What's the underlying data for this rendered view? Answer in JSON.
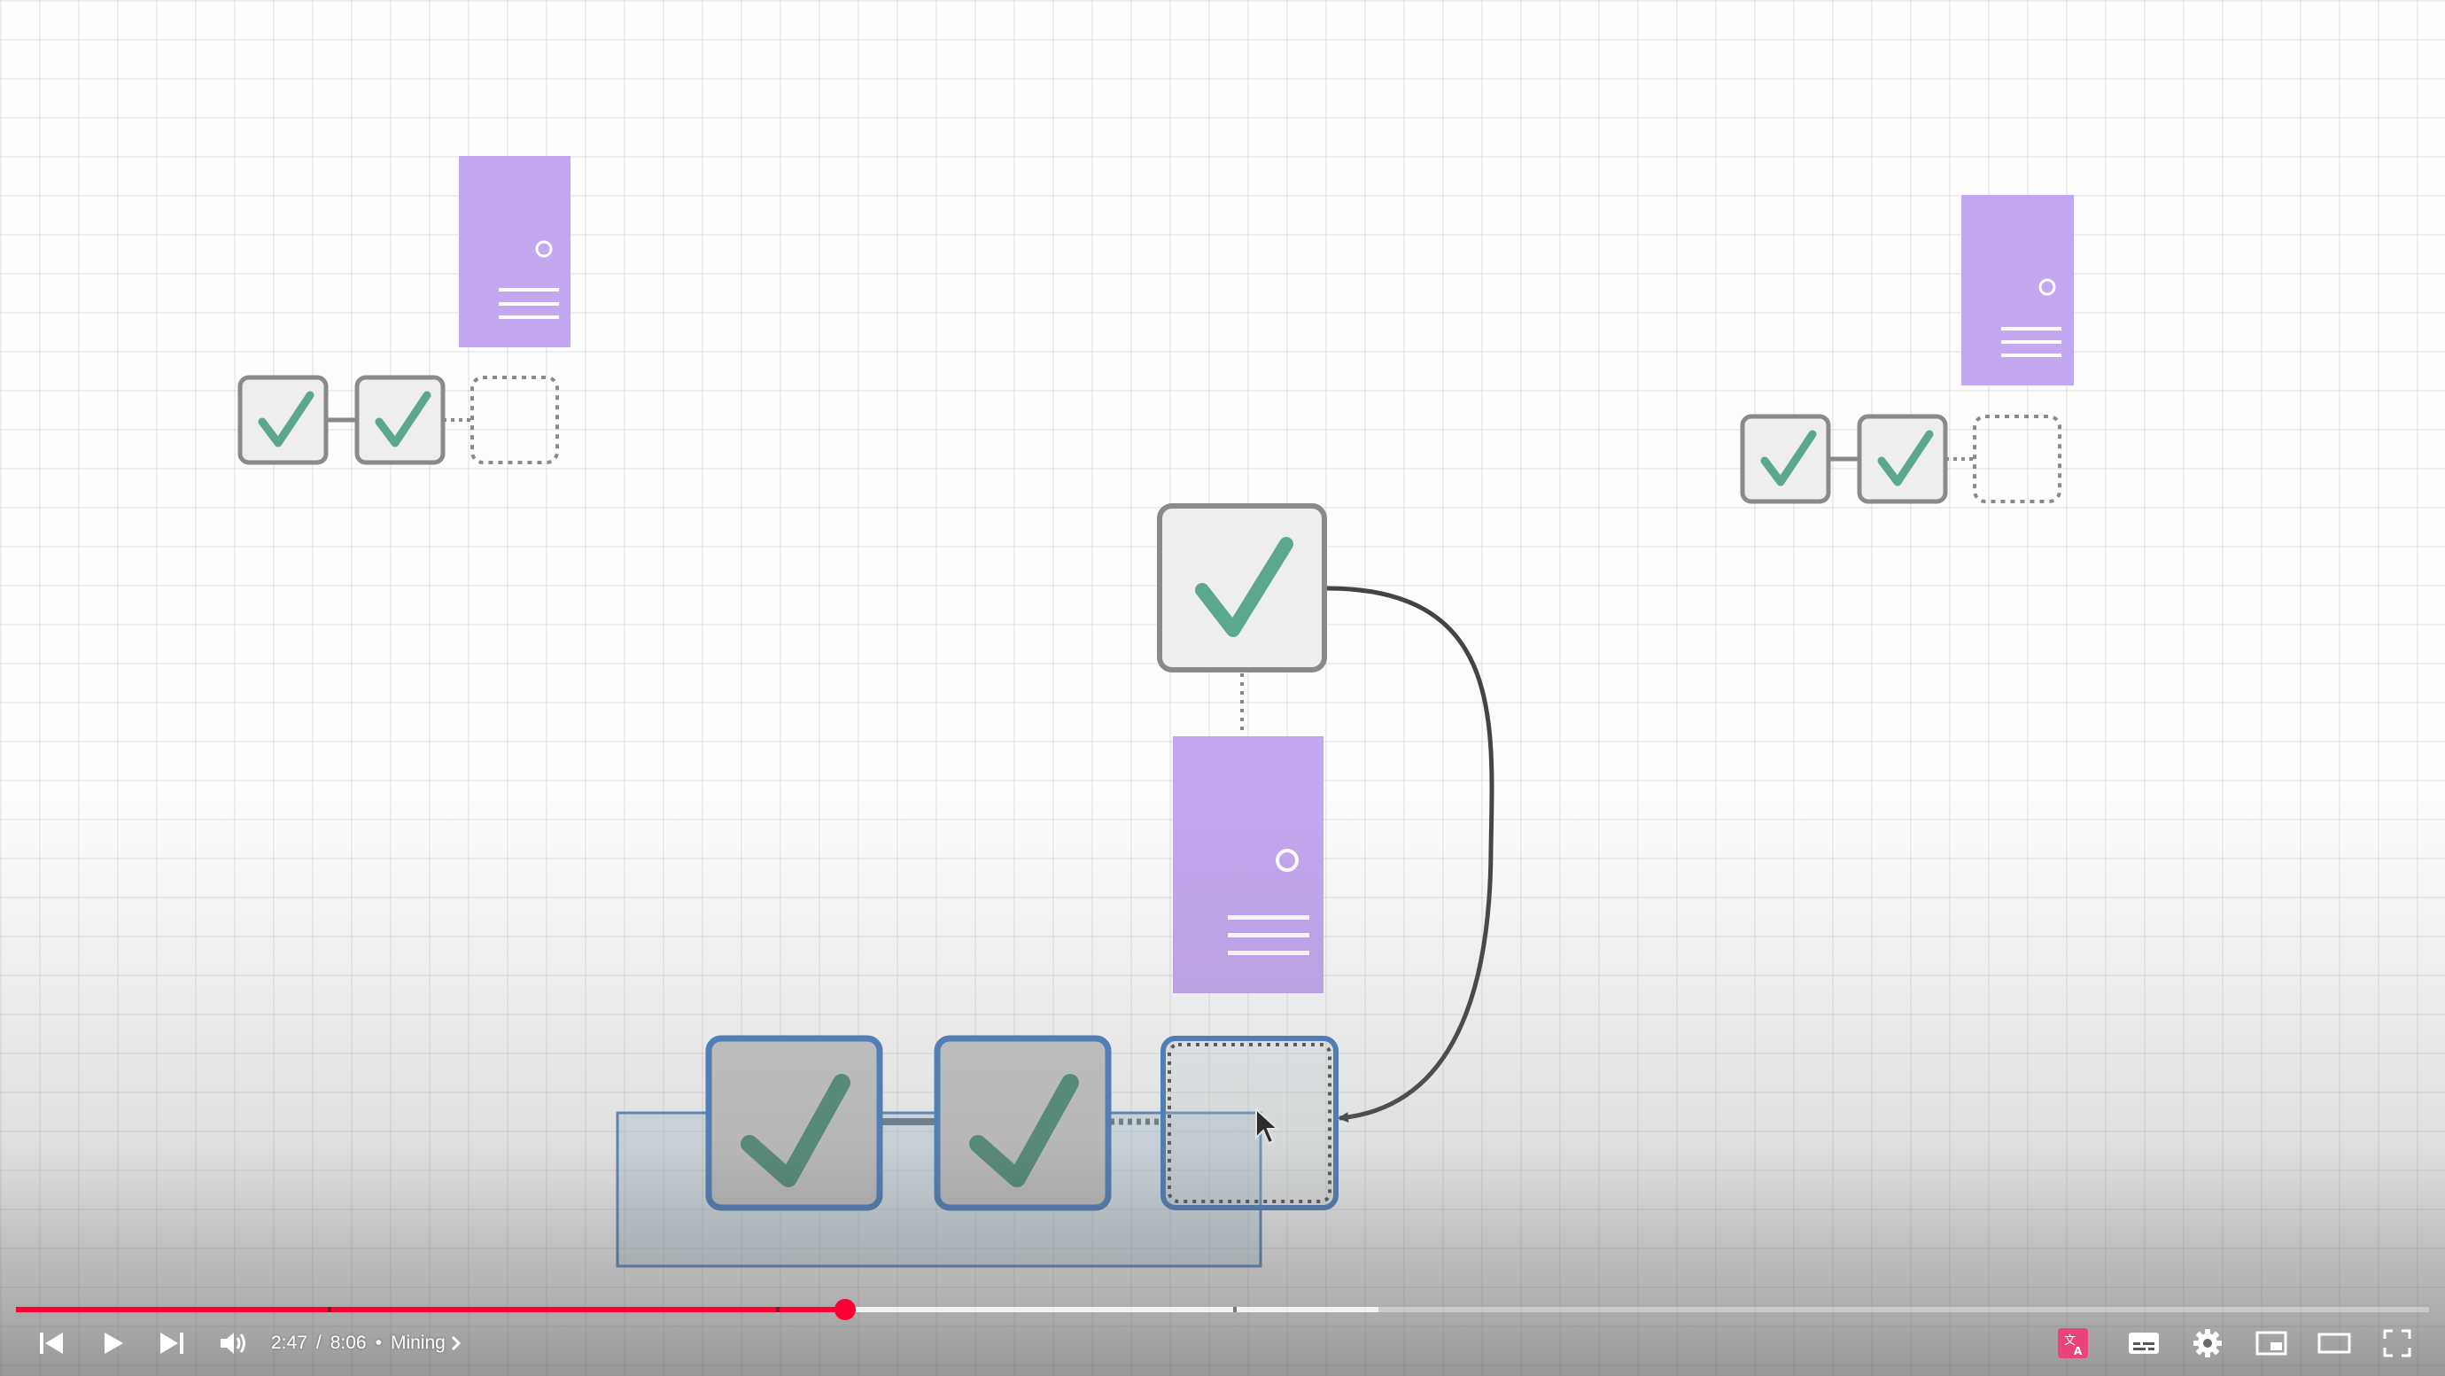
{
  "player": {
    "current_time": "2:47",
    "separator": "/",
    "duration": "8:06",
    "chapter_dot": "•",
    "chapter_title": "Mining",
    "played_fraction": 0.3435,
    "buffered_fraction": 0.5645
  },
  "controls": {
    "left": [
      "previous-icon",
      "play-icon",
      "next-icon",
      "volume-icon"
    ],
    "right": [
      "auto-dub-icon",
      "subtitles-icon",
      "settings-icon",
      "miniplayer-icon",
      "theater-mode-icon",
      "fullscreen-icon"
    ]
  },
  "colors": {
    "progress_red": "#ff0033",
    "server_purple": "#c3a7f1",
    "check_green": "#5ba88f",
    "selection_blue": "#4a7fc1",
    "auto_dub_pink": "#e8447a"
  }
}
